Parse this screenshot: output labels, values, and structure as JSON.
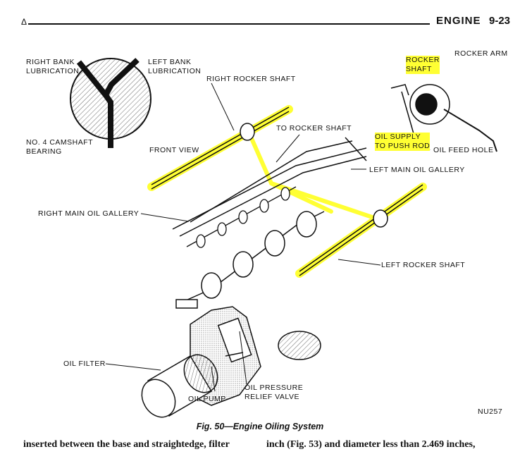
{
  "header": {
    "mark": "Δ",
    "section": "ENGINE",
    "page": "9-23"
  },
  "labels": {
    "right_bank_lubrication": [
      "RIGHT BANK",
      "LUBRICATION"
    ],
    "left_bank_lubrication": [
      "LEFT BANK",
      "LUBRICATION"
    ],
    "camshaft_bearing": [
      "NO. 4 CAMSHAFT",
      "BEARING"
    ],
    "front_view": "FRONT VIEW",
    "right_rocker_shaft": "RIGHT ROCKER SHAFT",
    "to_rocker_shaft": "TO ROCKER SHAFT",
    "rocker_arm": "ROCKER ARM",
    "rocker_shaft": [
      "ROCKER",
      "SHAFT"
    ],
    "oil_supply": [
      "OIL SUPPLY",
      "TO PUSH ROD"
    ],
    "oil_feed_hole": "OIL FEED HOLE",
    "left_main_oil_gallery": "LEFT MAIN OIL GALLERY",
    "right_main_oil_gallery": "RIGHT MAIN OIL GALLERY",
    "left_rocker_shaft": "LEFT ROCKER SHAFT",
    "oil_filter": "OIL FILTER",
    "oil_pump": "OIL PUMP",
    "oil_pressure_relief_valve": [
      "OIL PRESSURE",
      "RELIEF VALVE"
    ]
  },
  "figure_code": "NU257",
  "caption": "Fig. 50—Engine Oiling System",
  "body": {
    "left_col": "inserted between the base and straightedge, filter",
    "right_col": "inch (Fig. 53) and diameter less than 2.469 inches,"
  },
  "colors": {
    "highlight": "#ffff33",
    "ink": "#111111"
  }
}
